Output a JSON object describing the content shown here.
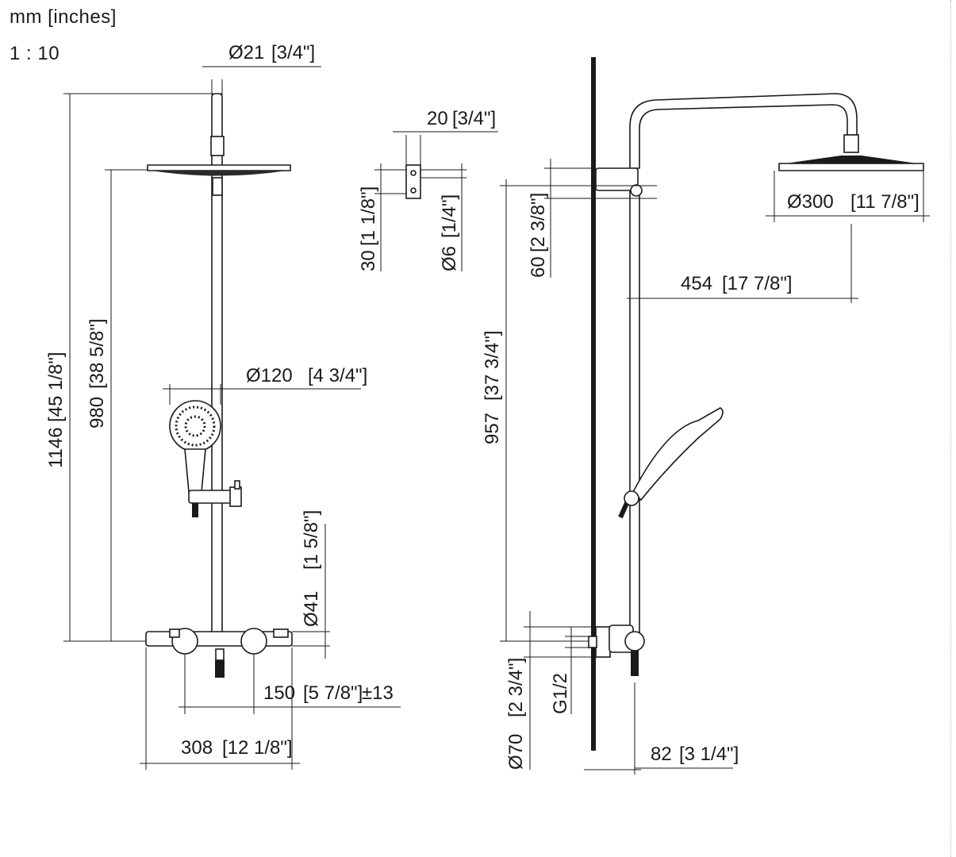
{
  "header": {
    "units": "mm [inches]",
    "scale": "1 : 10"
  },
  "front_view": {
    "d_pipe": "Ø21",
    "d_pipe_in": "[3/4\"]",
    "h_total": "1146",
    "h_total_in": "[45 1/8\"]",
    "h_head": "980",
    "h_head_in": "[38 5/8\"]",
    "d_hand": "Ø120",
    "d_hand_in": "[4 3/4\"]",
    "d_valve": "Ø41",
    "d_valve_in": "[1 5/8\"]",
    "centers": "150",
    "centers_in": "[5 7/8\"]",
    "tolerance": "±13",
    "width": "308",
    "width_in": "[12 1/8\"]"
  },
  "detail_view": {
    "width": "20",
    "width_in": "[3/4\"]",
    "height": "30",
    "height_in": "[1 1/8\"]",
    "d_hole": "Ø6",
    "d_hole_in": "[1/4\"]"
  },
  "side_view": {
    "bracket": "60",
    "bracket_in": "[2 3/8\"]",
    "d_head": "Ø300",
    "d_head_in": "[11 7/8\"]",
    "reach": "454",
    "reach_in": "[17 7/8\"]",
    "height": "957",
    "height_in": "[37 3/4\"]",
    "d_flange": "Ø70",
    "d_flange_in": "[2 3/4\"]",
    "thread": "G1/2",
    "projection": "82",
    "projection_in": "[3 1/4\"]"
  }
}
